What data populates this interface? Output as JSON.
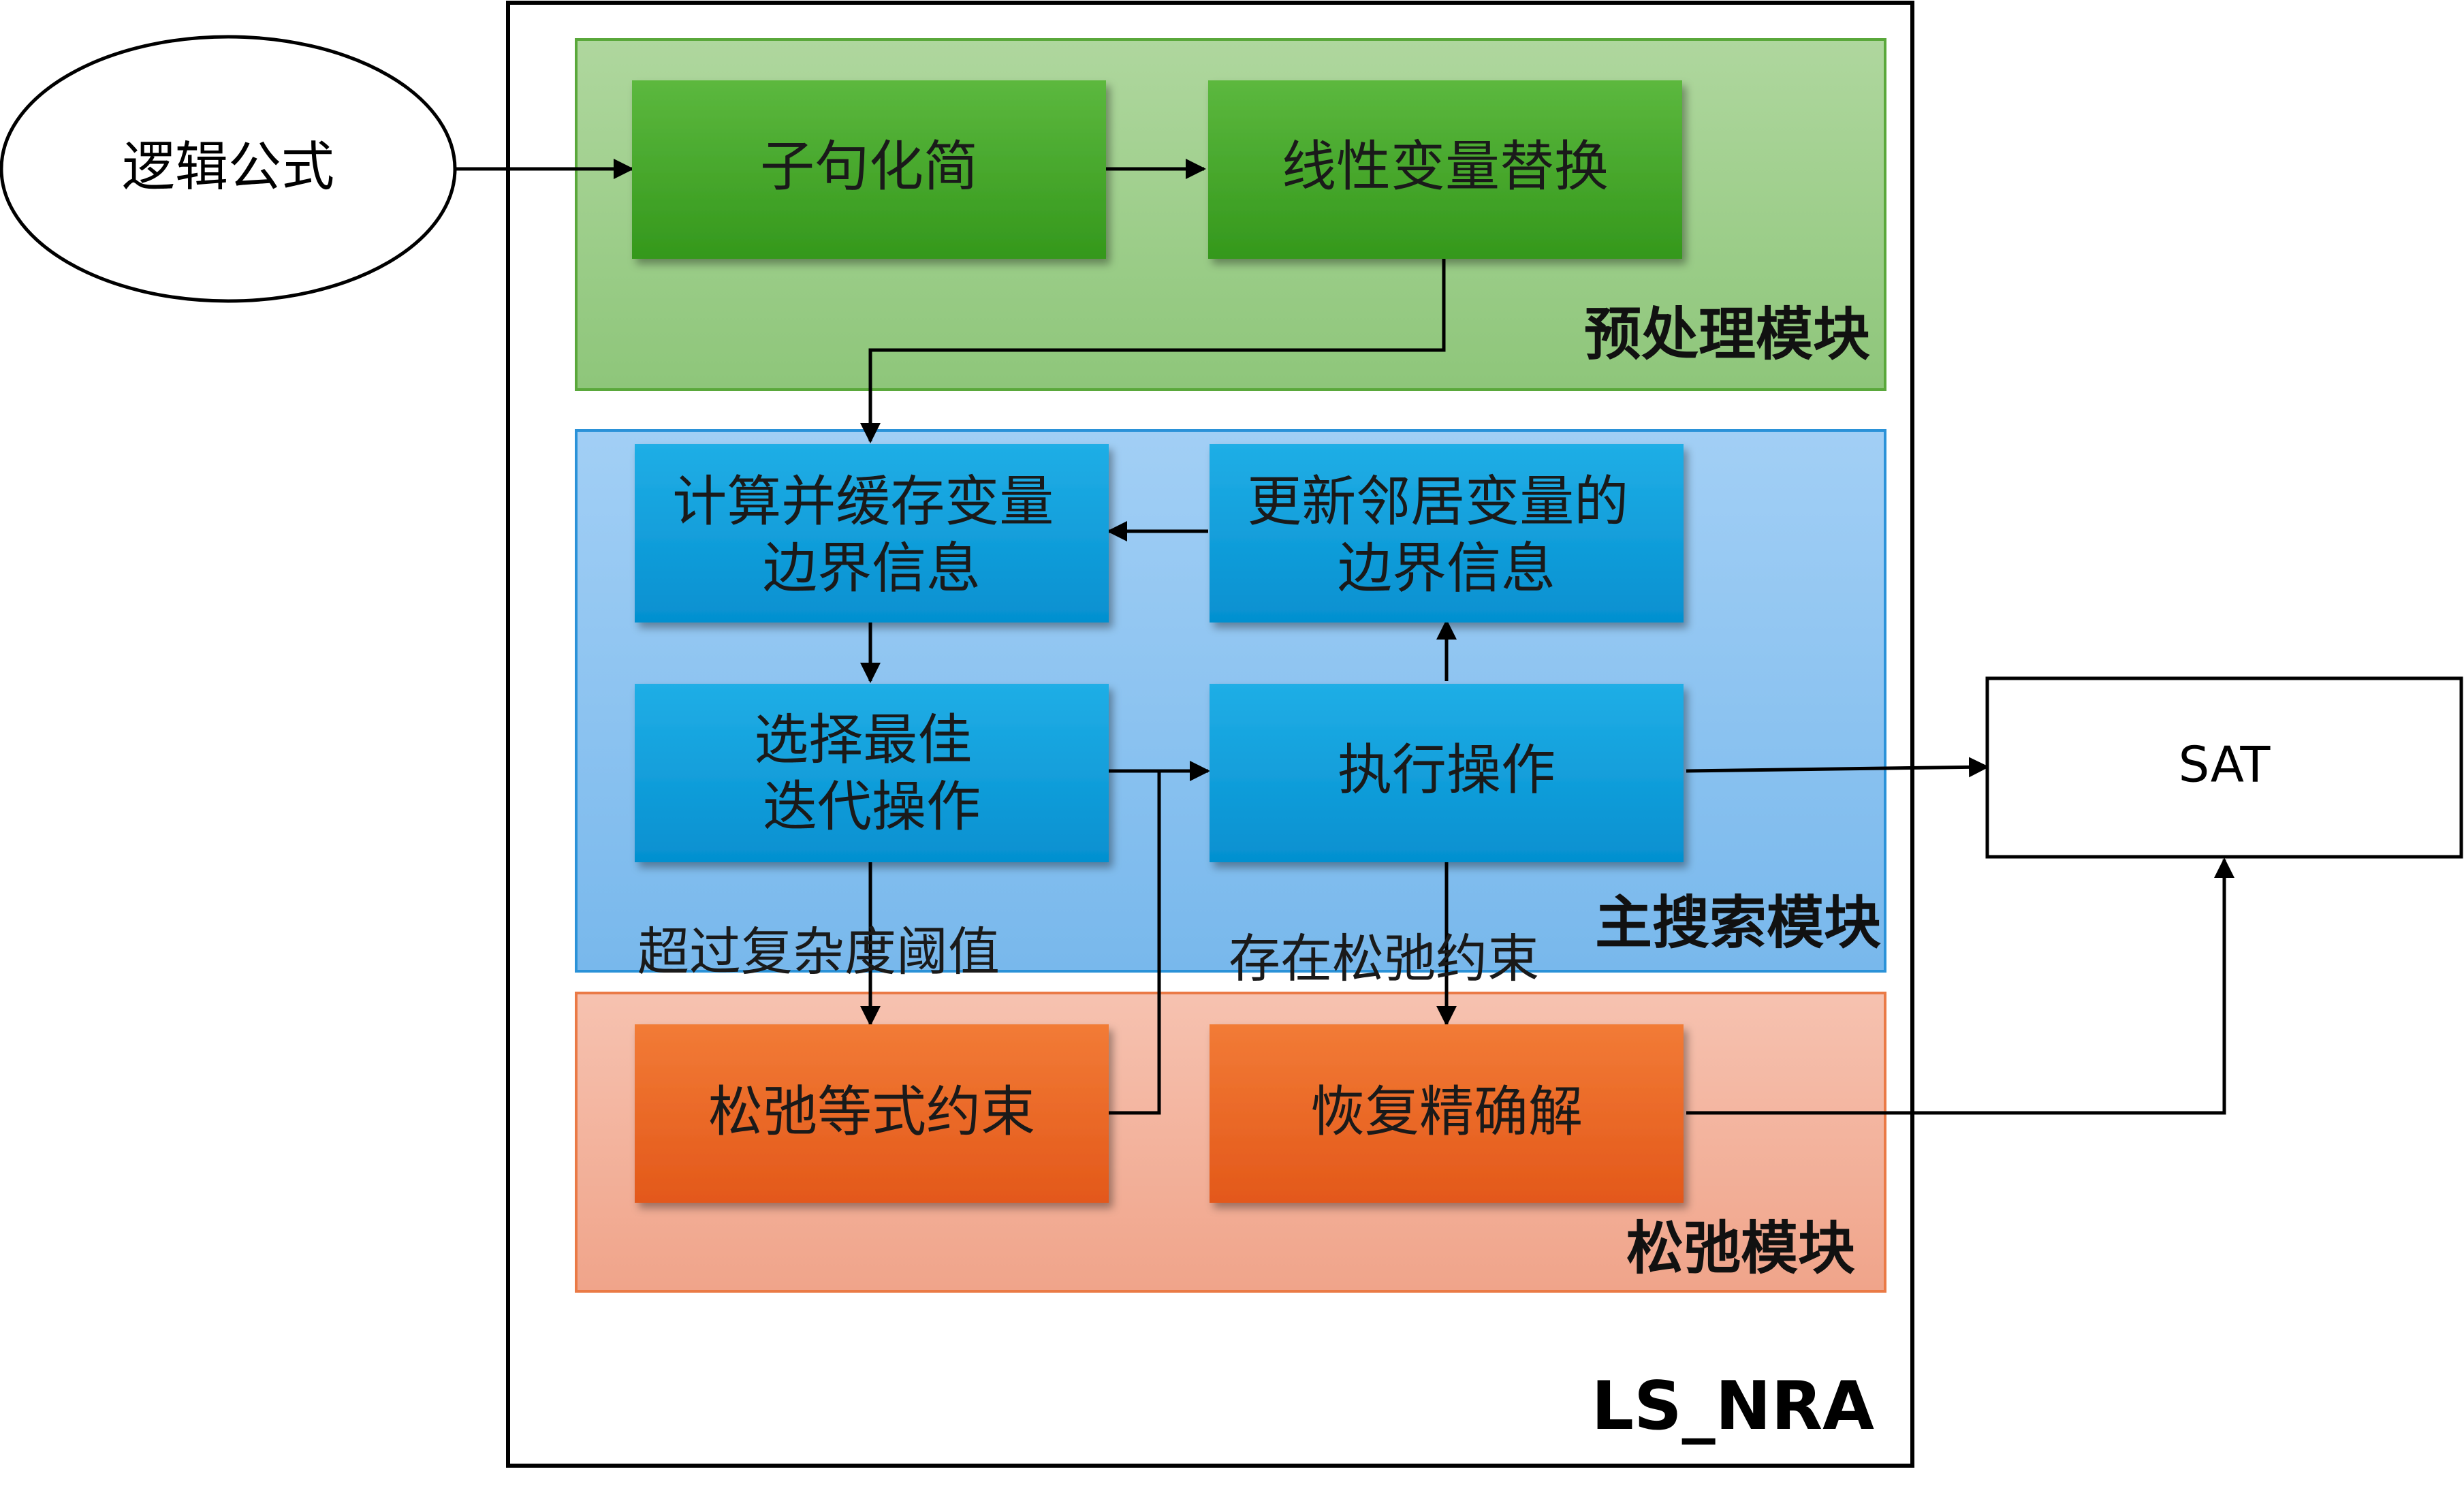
{
  "input": {
    "label": "逻辑公式"
  },
  "output": {
    "label": "SAT"
  },
  "system": {
    "label": "LS_NRA"
  },
  "modules": {
    "preprocess": {
      "label": "预处理模块",
      "clause_simplify": "子句化简",
      "linear_substitution": "线性变量替换"
    },
    "main_search": {
      "label": "主搜索模块",
      "compute_bounds": [
        "计算并缓存变量",
        "边界信息"
      ],
      "update_neighbor": [
        "更新邻居变量的",
        "边界信息"
      ],
      "select_best": [
        "选择最佳",
        "迭代操作"
      ],
      "execute": "执行操作"
    },
    "relax": {
      "label": "松弛模块",
      "relax_equality": "松弛等式约束",
      "recover_exact": "恢复精确解"
    }
  },
  "edges": {
    "complexity_exceeded": "超过复杂度阈值",
    "relaxed_constraints_exist": "存在松弛约束"
  },
  "colors": {
    "preprocess_module": "#a9d08e",
    "main_search_module": "#9bc9f1",
    "relax_module": "#f4b6a1",
    "green_box": "#46a627",
    "blue_box": "#0a9bd6",
    "orange_box": "#ec6a25"
  }
}
